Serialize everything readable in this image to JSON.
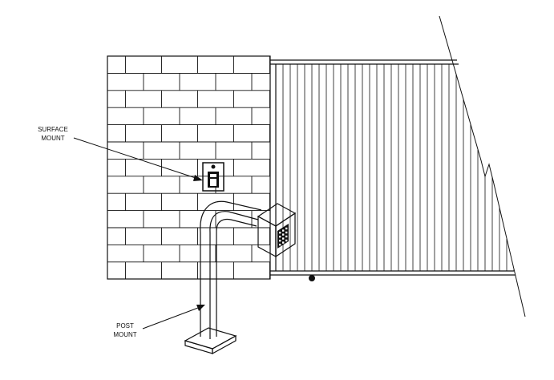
{
  "labels": {
    "surface_mount": [
      "SURFACE",
      "MOUNT"
    ],
    "post_mount": [
      "POST",
      "MOUNT"
    ]
  },
  "colors": {
    "line": "#111111",
    "background": "#ffffff"
  },
  "components": [
    {
      "name": "brick-wall",
      "kind": "wall"
    },
    {
      "name": "sliding-gate",
      "kind": "gate"
    },
    {
      "name": "surface-mount-keypad",
      "kind": "keypad"
    },
    {
      "name": "gooseneck-post-keypad",
      "kind": "keypad-on-post"
    }
  ]
}
